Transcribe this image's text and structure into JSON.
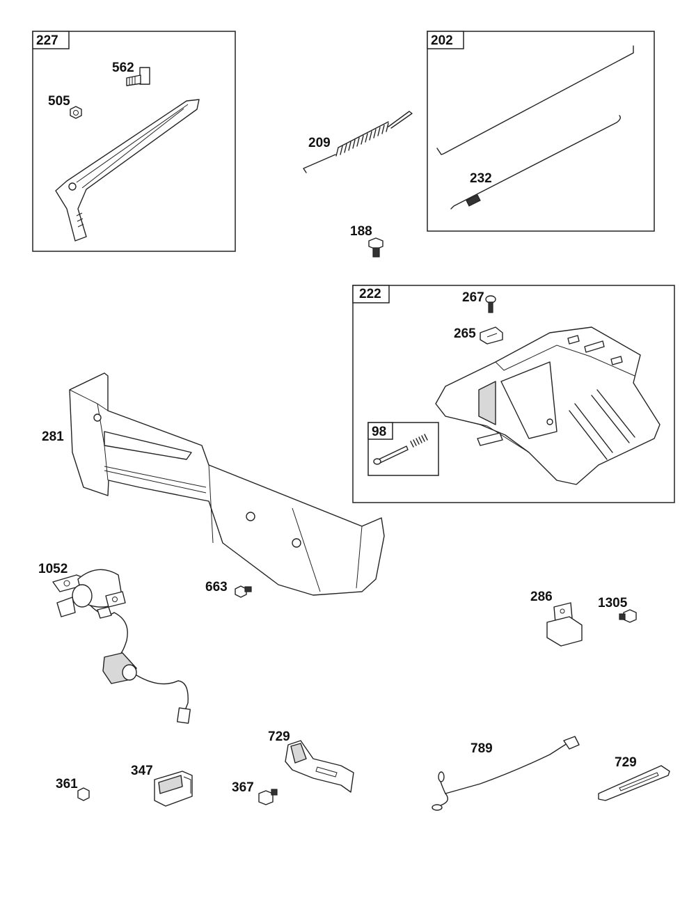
{
  "labels": {
    "l227": "227",
    "l562": "562",
    "l505": "505",
    "l209": "209",
    "l202": "202",
    "l232": "232",
    "l188": "188",
    "l222": "222",
    "l267": "267",
    "l265": "265",
    "l98": "98",
    "l281": "281",
    "l1052": "1052",
    "l663": "663",
    "l286": "286",
    "l1305": "1305",
    "l729a": "729",
    "l789": "789",
    "l729b": "729",
    "l347": "347",
    "l361": "361",
    "l367": "367"
  }
}
